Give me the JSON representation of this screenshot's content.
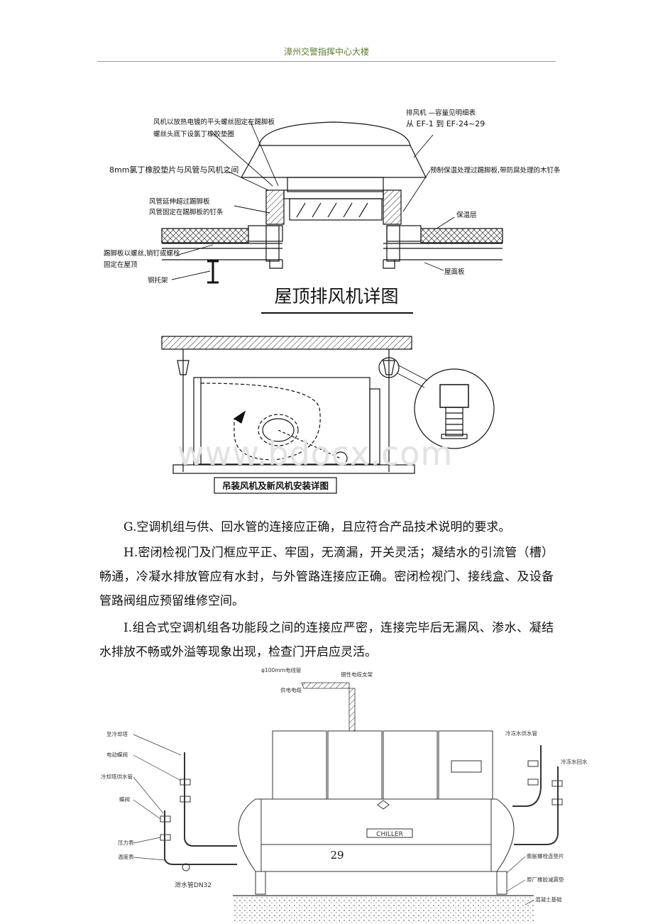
{
  "header": {
    "title": "漳州交警指挥中心大楼"
  },
  "figure1": {
    "caption": "屋顶排风机详图",
    "labels": {
      "bolt_note_1": "风机以放热电镀的平头螺丝固定在踢脚板",
      "bolt_note_2": "螺丝头底下设氯丁橡胶垫圈",
      "gasket": "8mm氯丁橡胶垫片与风管与风机之间",
      "duct_1": "风管延伸超过踢脚板",
      "duct_2": "风管固定在踢脚板的钉条",
      "kick_1": "踢脚板以螺丝,销钉或螺栓",
      "kick_2": "固定在屋顶",
      "steel": "钢托架",
      "fan_1": "排风机  —容量见明细表",
      "fan_2": "从 EF-1 到 EF-24~29",
      "prefab": "预制保温处理过踢脚板,带防腐处理的木钉条",
      "insulation": "保温层",
      "roof": "屋面板"
    }
  },
  "figure2": {
    "caption": "吊装风机及新风机安装详图"
  },
  "watermark": "www.bdocx.com",
  "paragraphs": [
    "G.空调机组与供、回水管的连接应正确，且应符合产品技术说明的要求。",
    "H.密闭检视门及门框应平正、牢固，无滴漏，开关灵活；凝结水的引流管（槽）畅通，冷凝水排放管应有水封，与外管路连接应正确。密闭检视门、接线盒、及设备管路阀组应预留维修空间。",
    "I.组合式空调机组各功能段之间的连接应严密，连接完毕后无漏风、渗水、凝结水排放不畅或外溢等现象出现，检查门开启应灵活。"
  ],
  "figure3": {
    "labels": {
      "conduit": "φ100mm电线管",
      "bracket": "钢性电缆支架",
      "power": "供电电缆",
      "to_tower": "至冷却塔",
      "motor_valve": "电动蝶阀",
      "tower_supply": "冷却塔供水管",
      "butterfly": "蝶阀",
      "pressure": "压力表",
      "thermo": "温度表",
      "drain": "泄水管DN32",
      "chw_supply": "冷冻水供水管",
      "chw_return": "冷冻水回水",
      "flex": "膨胀螺栓连垫片",
      "rubber": "原厂橡胶减震垫",
      "concrete": "混凝土基础",
      "chiller": "CHILLER"
    }
  },
  "page_number": "29"
}
